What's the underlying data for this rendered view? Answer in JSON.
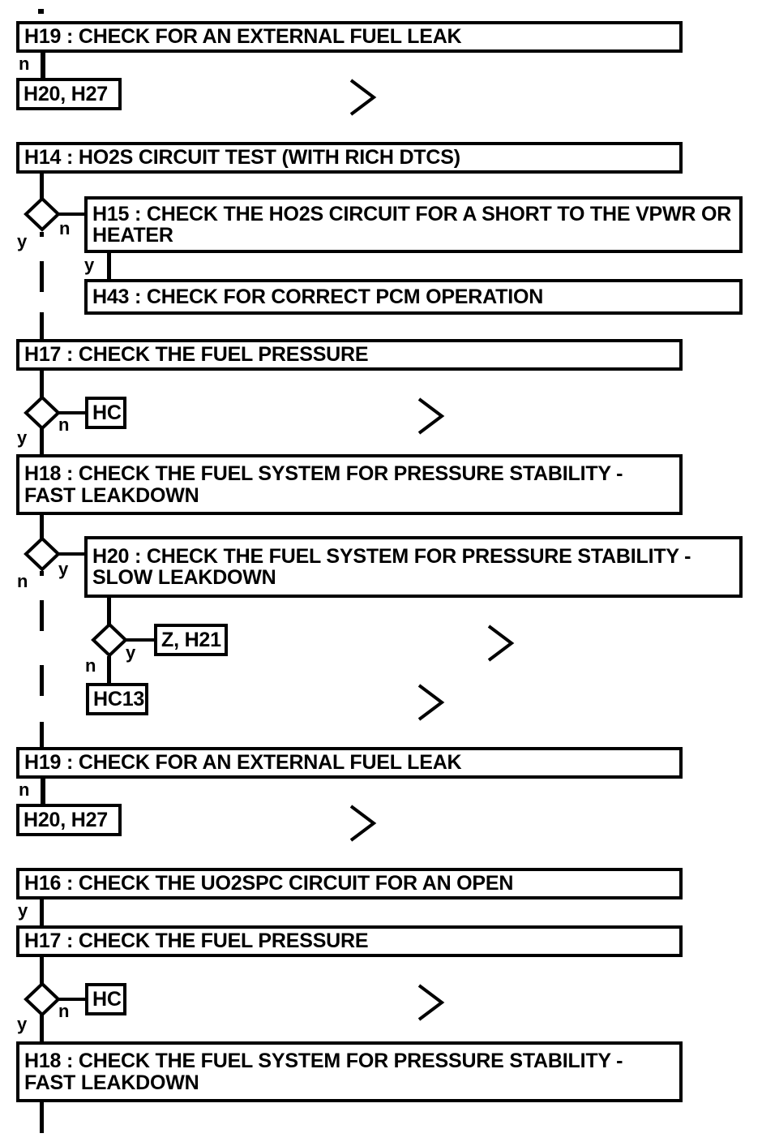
{
  "diagram": {
    "type": "flowchart",
    "title": "Fuel system diagnostic pinpoint test flow",
    "colors": {
      "line": "#000000",
      "fill": "#ffffff",
      "text": "#000000"
    },
    "branch_labels": {
      "yes": "y",
      "no": "n"
    },
    "nodes": [
      {
        "id": "n1",
        "kind": "step",
        "label": "H19 : CHECK FOR AN EXTERNAL FUEL LEAK"
      },
      {
        "id": "n2",
        "kind": "terminal",
        "label": "H20, H27"
      },
      {
        "id": "n3",
        "kind": "step",
        "label": "H14 : HO2S CIRCUIT TEST (WITH RICH DTCS)"
      },
      {
        "id": "n4",
        "kind": "step",
        "label": "H15 : CHECK THE HO2S CIRCUIT FOR A SHORT TO THE VPWR OR HEATER"
      },
      {
        "id": "n5",
        "kind": "step",
        "label": "H43 : CHECK FOR CORRECT PCM OPERATION"
      },
      {
        "id": "n6",
        "kind": "step",
        "label": "H17 : CHECK THE FUEL PRESSURE"
      },
      {
        "id": "n7",
        "kind": "terminal",
        "label": "HC"
      },
      {
        "id": "n8",
        "kind": "step",
        "label": "H18 : CHECK THE FUEL SYSTEM FOR PRESSURE STABILITY - FAST LEAKDOWN"
      },
      {
        "id": "n9",
        "kind": "step",
        "label": "H20 : CHECK THE FUEL SYSTEM FOR PRESSURE STABILITY - SLOW LEAKDOWN"
      },
      {
        "id": "n10",
        "kind": "terminal",
        "label": "Z, H21"
      },
      {
        "id": "n11",
        "kind": "terminal",
        "label": "HC13"
      },
      {
        "id": "n12",
        "kind": "step",
        "label": "H19 : CHECK FOR AN EXTERNAL FUEL LEAK"
      },
      {
        "id": "n13",
        "kind": "terminal",
        "label": "H20, H27"
      },
      {
        "id": "n14",
        "kind": "step",
        "label": "H16 : CHECK THE UO2SPC CIRCUIT FOR AN OPEN"
      },
      {
        "id": "n15",
        "kind": "step",
        "label": "H17 : CHECK THE FUEL PRESSURE"
      },
      {
        "id": "n16",
        "kind": "terminal",
        "label": "HC"
      },
      {
        "id": "n17",
        "kind": "step",
        "label": "H18 : CHECK THE FUEL SYSTEM FOR PRESSURE STABILITY - FAST LEAKDOWN"
      }
    ],
    "decisions": [
      {
        "id": "d1",
        "yes_label": "y",
        "no_label": "n",
        "yes_side": "down",
        "no_side": "right",
        "no_target": "n4"
      },
      {
        "id": "d2",
        "yes_label": "y",
        "no_label": "n",
        "yes_side": "down",
        "no_side": "right",
        "no_target": "n7"
      },
      {
        "id": "d3",
        "yes_label": "y",
        "no_label": "n",
        "yes_side": "right",
        "no_side": "down",
        "yes_target": "n9"
      },
      {
        "id": "d4",
        "yes_label": "y",
        "no_label": "n",
        "yes_side": "right",
        "no_side": "down",
        "yes_target": "n10",
        "no_target": "n11"
      },
      {
        "id": "d5",
        "yes_label": "y",
        "no_label": "n",
        "yes_side": "down",
        "no_side": "right",
        "no_target": "n16"
      }
    ],
    "edge_labels": [
      {
        "id": "e1",
        "text": "n"
      },
      {
        "id": "e2",
        "text": "y"
      },
      {
        "id": "e3",
        "text": "y"
      },
      {
        "id": "e4",
        "text": "n"
      },
      {
        "id": "e5",
        "text": "y"
      }
    ],
    "offpage_connectors": [
      {
        "id": "c1",
        "icon": "chevron-right-icon"
      },
      {
        "id": "c2",
        "icon": "chevron-right-icon"
      },
      {
        "id": "c3",
        "icon": "chevron-right-icon"
      },
      {
        "id": "c4",
        "icon": "chevron-right-icon"
      },
      {
        "id": "c5",
        "icon": "chevron-right-icon"
      },
      {
        "id": "c6",
        "icon": "chevron-right-icon"
      }
    ]
  }
}
